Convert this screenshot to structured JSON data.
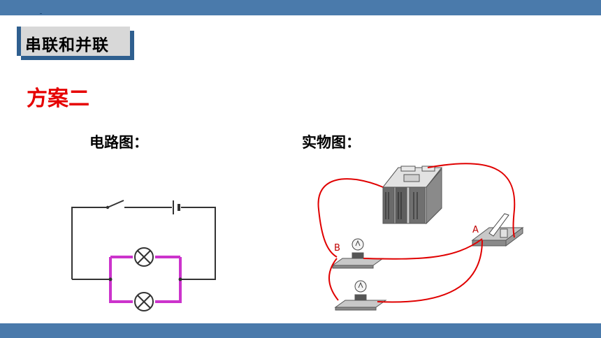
{
  "section_tag": "串联和并联",
  "plan_title": "方案二",
  "captions": {
    "circuit_diagram": "电路图：",
    "physical_diagram": "实物图："
  },
  "labels": {
    "point_a": "A",
    "point_b": "B"
  },
  "colors": {
    "header_bar": "#4a7aab",
    "tag_bg": "#d8d8d8",
    "title_red": "#e60000",
    "parallel_branch": "#cc33cc",
    "wire_red": "#e00000"
  }
}
